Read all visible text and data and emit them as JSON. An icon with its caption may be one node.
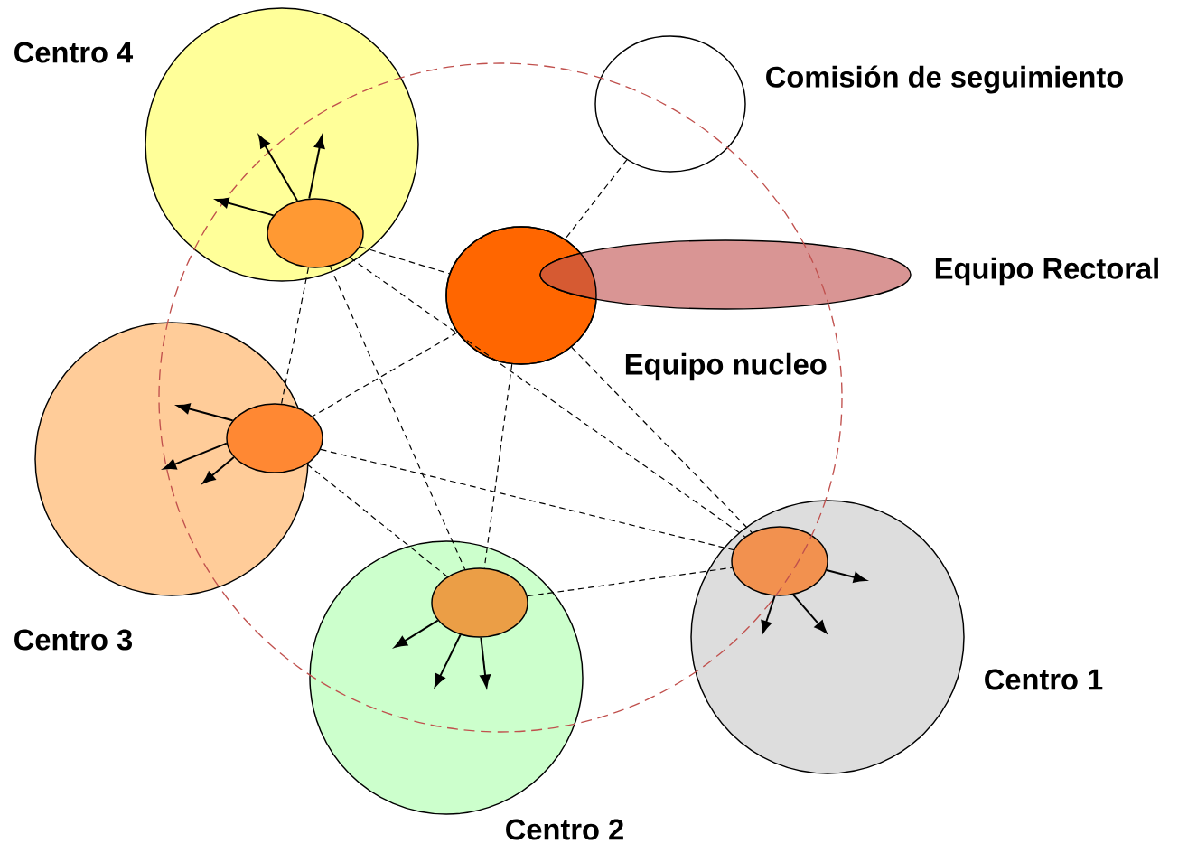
{
  "diagram": {
    "nodes": [
      {
        "text": [
          "Centro 4"
        ]
      },
      {
        "text": [],
        "shape": "ellipse",
        "in": 0
      },
      {
        "text": [
          "Comisión de seguimiento"
        ]
      },
      {
        "text": [
          "Equipo nucleo"
        ]
      },
      {
        "text": [
          "Equipo Rectoral"
        ]
      },
      {
        "text": [
          "Centro 3"
        ]
      },
      {
        "text": [],
        "shape": "ellipse",
        "in": 5
      },
      {
        "text": [
          "Centro 2"
        ]
      },
      {
        "text": [],
        "shape": "ellipse",
        "in": 7
      },
      {
        "text": [
          "Centro 1"
        ]
      },
      {
        "text": [],
        "shape": "ellipse",
        "in": 9
      }
    ],
    "edges": [
      {
        "from": 2,
        "to": 3,
        "arrow": "none",
        "style": "dashed"
      },
      {
        "from": 1,
        "to": 3,
        "arrow": "none",
        "style": "dashed"
      },
      {
        "from": 1,
        "to": 6,
        "arrow": "none",
        "style": "dashed"
      },
      {
        "from": 1,
        "to": 8,
        "arrow": "none",
        "style": "dashed"
      },
      {
        "from": 1,
        "to": 10,
        "arrow": "none",
        "style": "dashed"
      },
      {
        "from": 3,
        "to": 6,
        "arrow": "none",
        "style": "dashed"
      },
      {
        "from": 3,
        "to": 8,
        "arrow": "none",
        "style": "dashed"
      },
      {
        "from": 3,
        "to": 10,
        "arrow": "none",
        "style": "dashed"
      },
      {
        "from": 6,
        "to": 8,
        "arrow": "none",
        "style": "dashed"
      },
      {
        "from": 6,
        "to": 10,
        "arrow": "none",
        "style": "dashed"
      },
      {
        "from": 8,
        "to": 10,
        "arrow": "none",
        "style": "dashed"
      },
      {
        "from": 1,
        "to": null,
        "arrow": "to"
      },
      {
        "from": 1,
        "to": null,
        "arrow": "to"
      },
      {
        "from": 1,
        "to": null,
        "arrow": "to"
      },
      {
        "from": 6,
        "to": null,
        "arrow": "to"
      },
      {
        "from": 6,
        "to": null,
        "arrow": "to"
      },
      {
        "from": 6,
        "to": null,
        "arrow": "to"
      },
      {
        "from": 8,
        "to": null,
        "arrow": "to"
      },
      {
        "from": 8,
        "to": null,
        "arrow": "to"
      },
      {
        "from": 8,
        "to": null,
        "arrow": "to"
      },
      {
        "from": 10,
        "to": null,
        "arrow": "to"
      },
      {
        "from": 10,
        "to": null,
        "arrow": "to"
      },
      {
        "from": 10,
        "to": null,
        "arrow": "to"
      }
    ]
  }
}
